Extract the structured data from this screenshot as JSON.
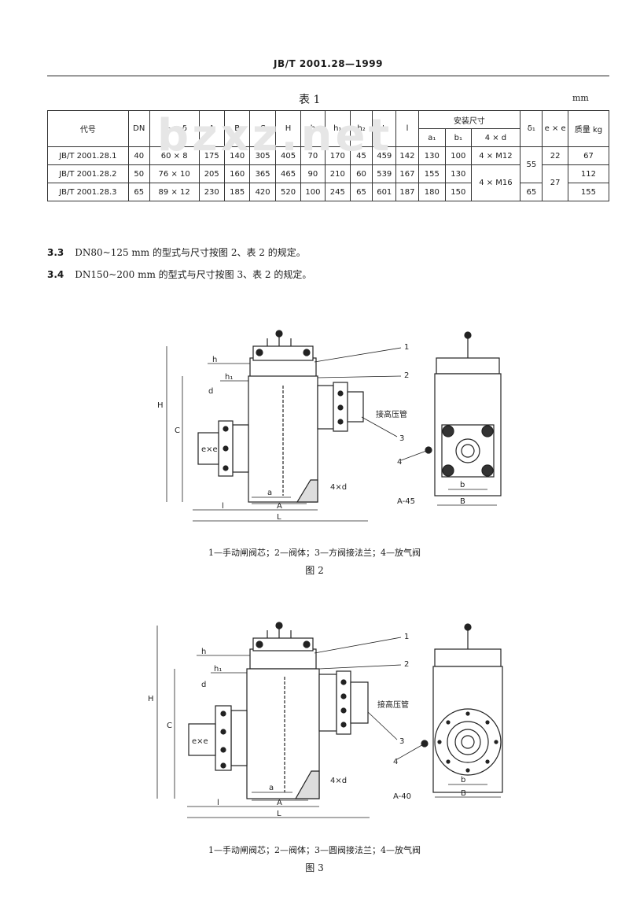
{
  "header": {
    "standard_no": "JB/T 2001.28—1999"
  },
  "table": {
    "title": "表 1",
    "unit": "mm",
    "watermark": "bzxz.net",
    "columns": {
      "code": "代号",
      "dn": "DN",
      "dw_s": "D₀ × δ",
      "a": "A",
      "b": "B",
      "c": "C",
      "h": "H",
      "hs": "h",
      "h1": "h₁",
      "h2": "h₂",
      "l": "L",
      "ll": "l",
      "install": "安装尺寸",
      "a1": "a₁",
      "b1": "b₁",
      "nxd": "4 × d",
      "delta1": "δ₁",
      "exe": "e × e",
      "mass": "质量 kg"
    },
    "rows": [
      {
        "code": "JB/T 2001.28.1",
        "dn": "40",
        "dw_s": "60 × 8",
        "a": "175",
        "b": "140",
        "c": "305",
        "h": "405",
        "hs": "70",
        "h1": "170",
        "h2": "45",
        "l": "459",
        "ll": "142",
        "a1": "130",
        "b1": "100",
        "nxd": "4 × M12",
        "mass": "67"
      },
      {
        "code": "JB/T 2001.28.2",
        "dn": "50",
        "dw_s": "76 × 10",
        "a": "205",
        "b": "160",
        "c": "365",
        "h": "465",
        "hs": "90",
        "h1": "210",
        "h2": "60",
        "l": "539",
        "ll": "167",
        "a1": "155",
        "b1": "130",
        "mass": "112"
      },
      {
        "code": "JB/T 2001.28.3",
        "dn": "65",
        "dw_s": "89 × 12",
        "a": "230",
        "b": "185",
        "c": "420",
        "h": "520",
        "hs": "100",
        "h1": "245",
        "h2": "65",
        "l": "601",
        "ll": "187",
        "a1": "180",
        "b1": "150",
        "mass": "155"
      }
    ],
    "merged": {
      "nxd_23": "4 × M16",
      "delta1_12": "55",
      "delta1_3": "65",
      "exe_1": "22",
      "exe_23": "27"
    }
  },
  "clauses": [
    {
      "num": "3.3",
      "text": "DN80~125 mm 的型式与尺寸按图 2、表 2 的规定。"
    },
    {
      "num": "3.4",
      "text": "DN150~200 mm 的型式与尺寸按图 3、表 2 的规定。"
    }
  ],
  "figure2": {
    "caption": "1—手动闸阀芯；2—阀体；3—方阀接法兰；4—放气阀",
    "label": "图 2",
    "dims": {
      "h": "H",
      "c": "C",
      "hs": "h",
      "h1": "h₁",
      "a": "a",
      "aa": "A",
      "l": "l",
      "L": "L",
      "b": "b",
      "B": "B",
      "d": "4×d",
      "d2": "d",
      "angle": "A-45",
      "exe": "e×e"
    },
    "callouts": [
      "1",
      "2",
      "3",
      "4"
    ],
    "pressure": "接高压管"
  },
  "figure3": {
    "caption": "1—手动闸阀芯；2—阀体；3—圆阀接法兰；4—放气阀",
    "label": "图 3",
    "dims": {
      "h": "H",
      "c": "C",
      "hs": "h",
      "h1": "h₁",
      "a": "a",
      "aa": "A",
      "l": "l",
      "L": "L",
      "b": "b",
      "B": "B",
      "d": "4×d",
      "d2": "d",
      "angle": "A-40",
      "exe": "e×e"
    },
    "callouts": [
      "1",
      "2",
      "3",
      "4"
    ],
    "pressure": "接高压管"
  }
}
